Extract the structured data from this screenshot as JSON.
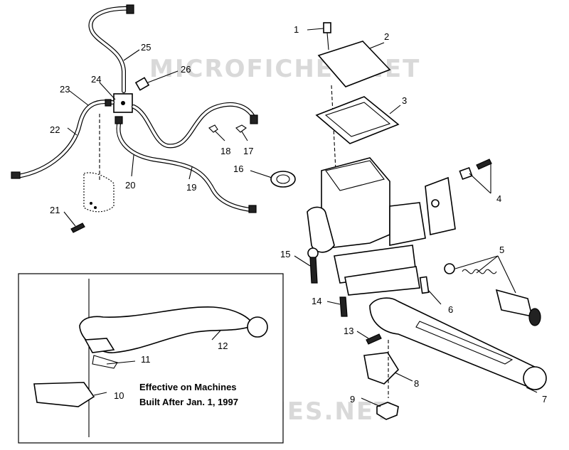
{
  "watermark": "MICROFICHES.NET",
  "inset_note": {
    "line1": "Effective on Machines",
    "line2": "Built After Jan. 1, 1997"
  },
  "callouts": [
    {
      "id": "1",
      "label": "1"
    },
    {
      "id": "2",
      "label": "2"
    },
    {
      "id": "3",
      "label": "3"
    },
    {
      "id": "4",
      "label": "4"
    },
    {
      "id": "5",
      "label": "5"
    },
    {
      "id": "6",
      "label": "6"
    },
    {
      "id": "7",
      "label": "7"
    },
    {
      "id": "8",
      "label": "8"
    },
    {
      "id": "9",
      "label": "9"
    },
    {
      "id": "10",
      "label": "10"
    },
    {
      "id": "11",
      "label": "11"
    },
    {
      "id": "12",
      "label": "12"
    },
    {
      "id": "13",
      "label": "13"
    },
    {
      "id": "14",
      "label": "14"
    },
    {
      "id": "15",
      "label": "15"
    },
    {
      "id": "16",
      "label": "16"
    },
    {
      "id": "17",
      "label": "17"
    },
    {
      "id": "18",
      "label": "18"
    },
    {
      "id": "19",
      "label": "19"
    },
    {
      "id": "20",
      "label": "20"
    },
    {
      "id": "21",
      "label": "21"
    },
    {
      "id": "22",
      "label": "22"
    },
    {
      "id": "23",
      "label": "23"
    },
    {
      "id": "24",
      "label": "24"
    },
    {
      "id": "25",
      "label": "25"
    },
    {
      "id": "26",
      "label": "26"
    }
  ]
}
